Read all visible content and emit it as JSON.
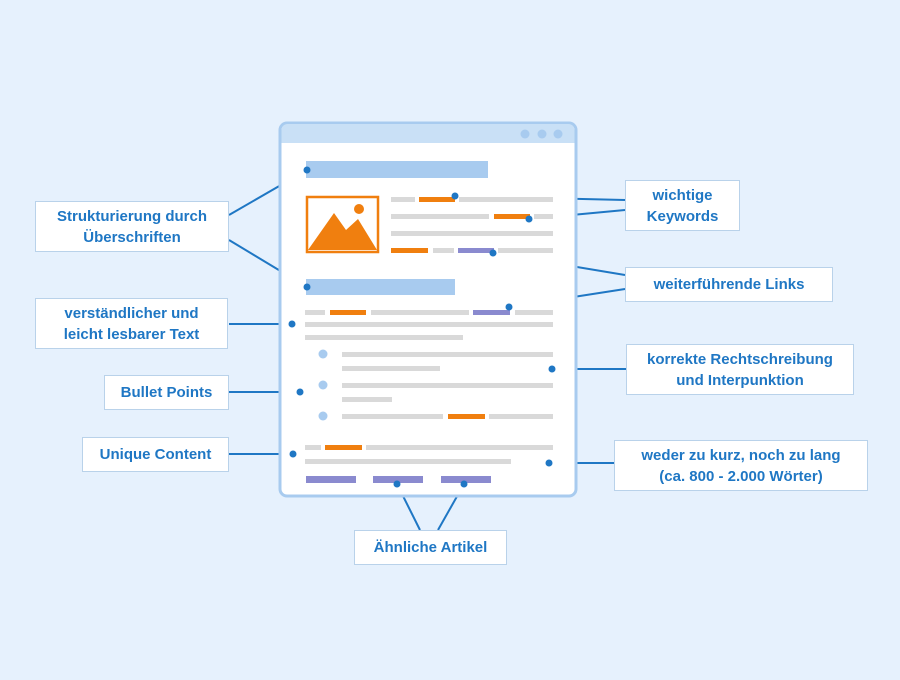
{
  "colors": {
    "background": "#e6f1fd",
    "accent_blue": "#1f77c4",
    "heading_bar": "#a8cbef",
    "text_line": "#d9d9d9",
    "keyword": "#f07f0f",
    "link": "#8a8acf"
  },
  "illustration": {
    "window_dots": [
      "window-dot",
      "window-dot",
      "window-dot"
    ],
    "image_icon": "image-icon"
  },
  "labels": {
    "strukturierung": [
      "Strukturierung durch",
      "Überschriften"
    ],
    "keywords": [
      "wichtige",
      "Keywords"
    ],
    "links": [
      "weiterführende Links"
    ],
    "lesbarer_text": [
      "verständlicher und",
      "leicht lesbarer Text"
    ],
    "rechtschreibung": [
      "korrekte Rechtschreibung",
      "und Interpunktion"
    ],
    "bullet_points": [
      "Bullet Points"
    ],
    "unique_content": [
      "Unique Content"
    ],
    "laenge": [
      "weder zu kurz, noch zu lang",
      "(ca. 800 - 2.000 Wörter)"
    ],
    "aehnliche_artikel": [
      "Ähnliche Artikel"
    ]
  }
}
